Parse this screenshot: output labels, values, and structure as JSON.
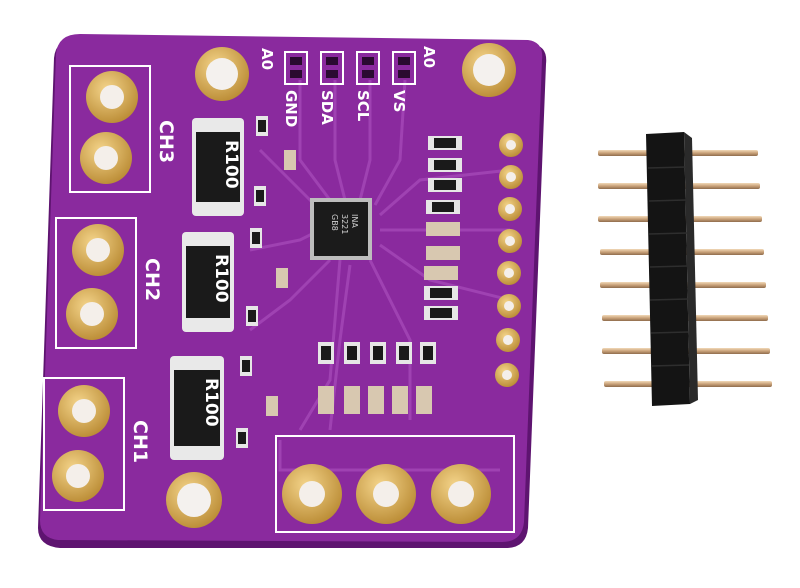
{
  "board": {
    "colors": {
      "pcb": "#8a2a9e",
      "pcb_dark": "#5e1470",
      "pad_gold": "#d8a84a",
      "silk": "#ffffff",
      "chip": "#1b1b1b",
      "resistor_body": "#1a1a1a"
    },
    "labels": {
      "ch1": "CH1",
      "ch2": "CH2",
      "ch3": "CH3",
      "a0_left": "A0",
      "a0_right": "A0",
      "gnd": "GND",
      "sda": "SDA",
      "scl": "SCL",
      "vs": "VS"
    },
    "resistor_text": [
      "R100",
      "R100",
      "R100"
    ],
    "chip_markings": [
      "INA",
      "3221",
      "GB8"
    ]
  },
  "header": {
    "colors": {
      "plastic": "#141414",
      "pin_metal": "#c9a27a"
    },
    "pin_count": 8
  }
}
